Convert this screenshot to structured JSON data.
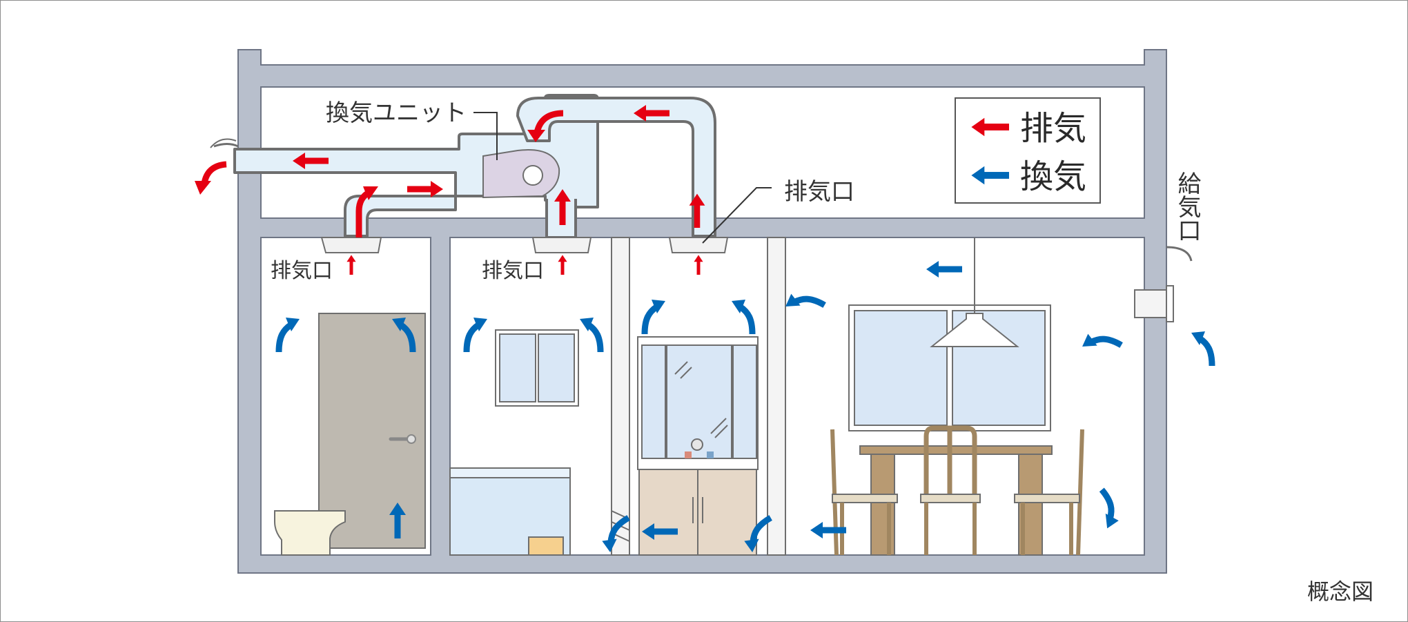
{
  "labels": {
    "unit": "換気ユニット",
    "exhaust_port_main": "排気口",
    "exhaust_port_toilet": "排気口",
    "exhaust_port_bath": "排気口",
    "supply_port": "給気口",
    "concept": "概念図"
  },
  "legend": {
    "exhaust": "排気",
    "ventilation": "換気"
  },
  "colors": {
    "exhaust_arrow": "#e50012",
    "supply_arrow": "#0068b7",
    "wall": "#b8bfcc",
    "duct_fill": "#e3f0f9",
    "duct_stroke": "#6e6e6e",
    "unit_fan": "#dcd3e4"
  }
}
